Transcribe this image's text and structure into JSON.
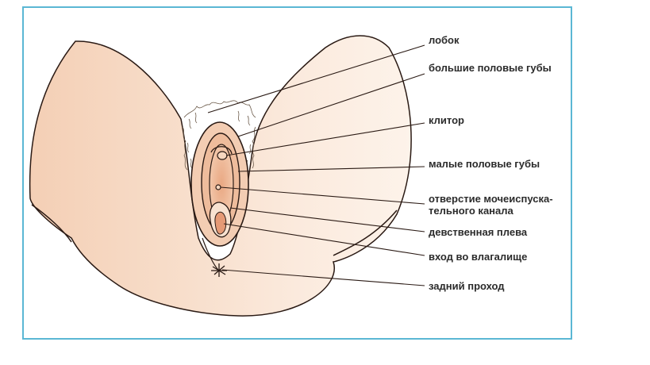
{
  "labels": {
    "pubis": "лобок",
    "labia_majora": "большие половые губы",
    "clitoris": "клитор",
    "labia_minora": "малые половые губы",
    "urethra_line1": "отверстие мочеиспуска-",
    "urethra_line2": "тельного канала",
    "hymen": "девственная плева",
    "vagina": "вход во влагалище",
    "anus": "задний проход"
  },
  "colors": {
    "frame": "#5bb7d4",
    "skin": "#f6d6bf",
    "skin_light": "#fdf0e6",
    "inner": "#eab191",
    "outline": "#2a1a14"
  }
}
